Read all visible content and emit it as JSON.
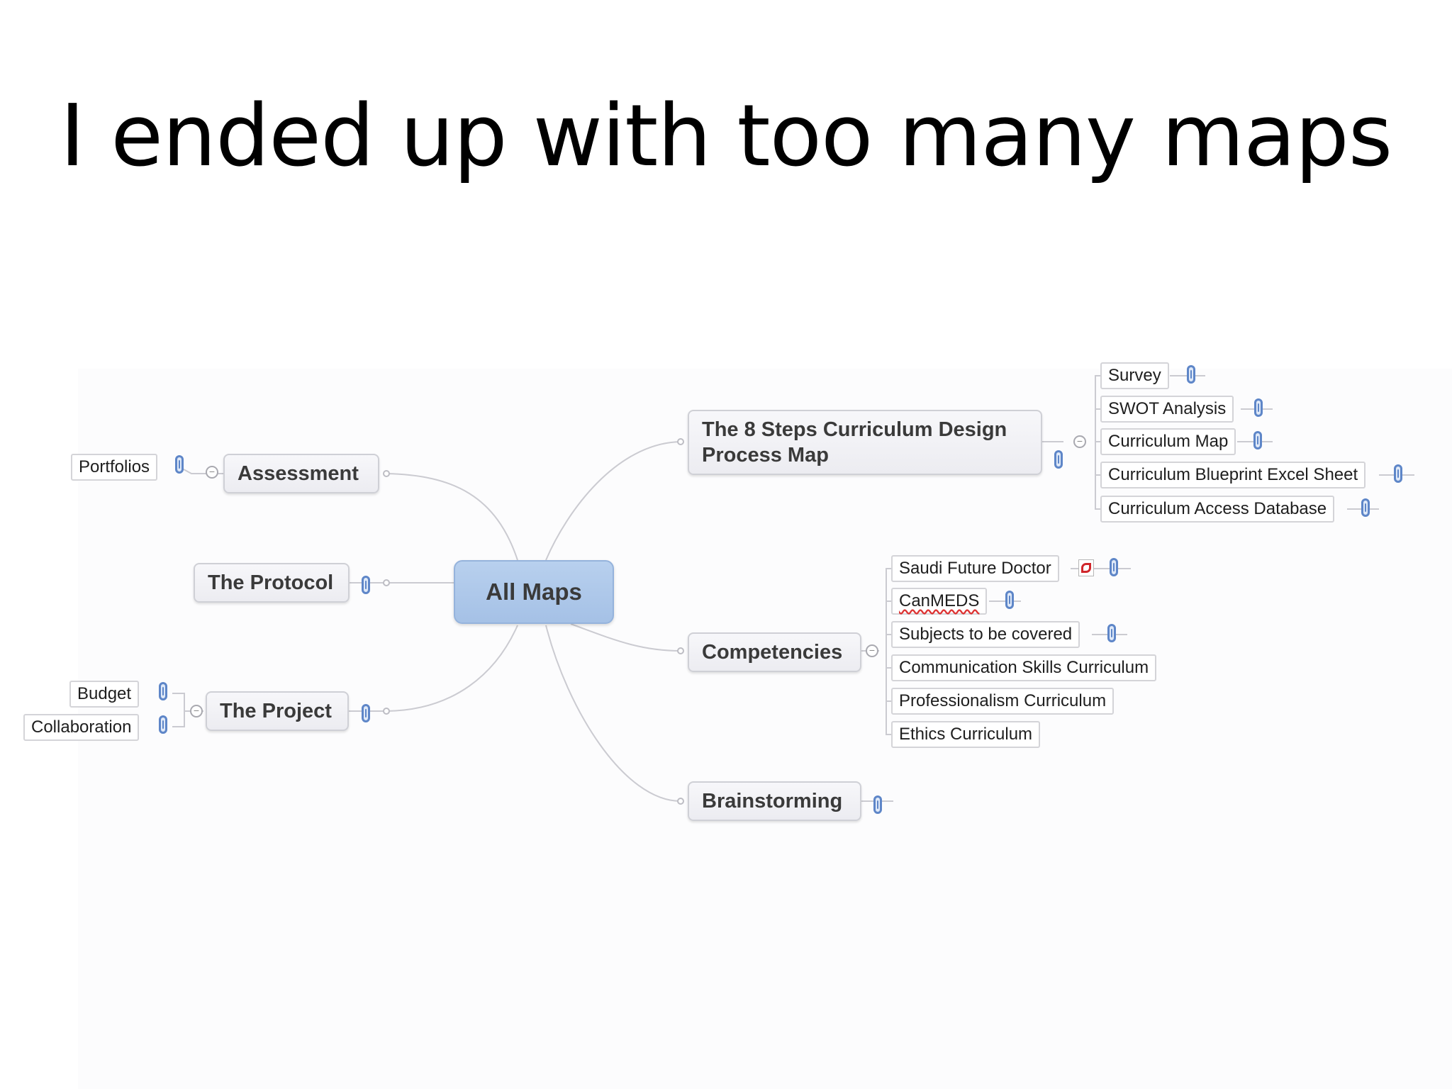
{
  "slide": {
    "title": "I ended up with too many maps"
  },
  "map": {
    "central": "All Maps",
    "left": {
      "assessment": {
        "label": "Assessment",
        "children": [
          "Portfolios"
        ]
      },
      "protocol": {
        "label": "The Protocol"
      },
      "project": {
        "label": "The Project",
        "children": [
          "Budget",
          "Collaboration"
        ]
      }
    },
    "right": {
      "eight_steps": {
        "label_line1": "The 8 Steps Curriculum Design",
        "label_line2": "Process Map",
        "children": [
          "Survey",
          "SWOT Analysis",
          "Curriculum Map",
          "Curriculum Blueprint Excel Sheet",
          "Curriculum Access Database"
        ]
      },
      "competencies": {
        "label": "Competencies",
        "children": [
          "Saudi Future Doctor",
          "CanMEDS",
          "Subjects to be covered",
          "Communication Skills Curriculum",
          "Professionalism Curriculum",
          "Ethics Curriculum"
        ]
      },
      "brainstorming": {
        "label": "Brainstorming"
      }
    },
    "icons": {
      "attachment": "paperclip-icon",
      "collapse": "collapse-minus-icon",
      "pdf": "pdf-file-icon"
    },
    "colors": {
      "central_fill": "#aec8ea",
      "node_fill": "#f1f1f5",
      "connector": "#c9c9cf",
      "attachment": "#5e86c8"
    }
  }
}
